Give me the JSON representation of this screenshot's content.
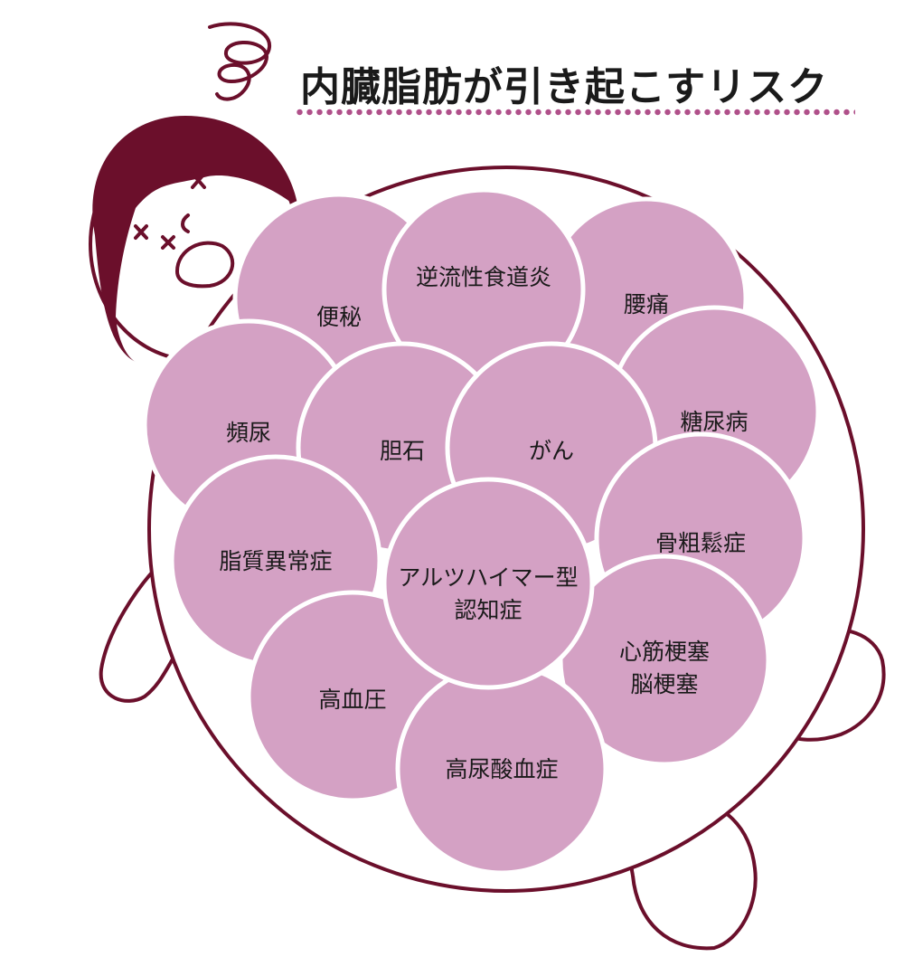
{
  "title": "内臓脂肪が引き起こすリスク",
  "colors": {
    "outline": "#6b0f2b",
    "hair": "#6b0f2b",
    "bubble_fill": "#d4a1c4",
    "bubble_stroke": "#ffffff",
    "title_dots": "#b0508a"
  },
  "risks": [
    {
      "id": "constipation",
      "label": "便秘"
    },
    {
      "id": "reflux",
      "label": "逆流性食道炎"
    },
    {
      "id": "back-pain",
      "label": "腰痛"
    },
    {
      "id": "frequent-urination",
      "label": "頻尿"
    },
    {
      "id": "gallstone",
      "label": "胆石"
    },
    {
      "id": "cancer",
      "label": "がん"
    },
    {
      "id": "diabetes",
      "label": "糖尿病"
    },
    {
      "id": "dyslipidemia",
      "label": "脂質異常症"
    },
    {
      "id": "alzheimer",
      "label": "アルツハイマー型",
      "label2": "認知症"
    },
    {
      "id": "osteoporosis",
      "label": "骨粗鬆症"
    },
    {
      "id": "infarction",
      "label": "心筋梗塞",
      "label2": "脳梗塞"
    },
    {
      "id": "hypertension",
      "label": "高血圧"
    },
    {
      "id": "hyperuricemia",
      "label": "高尿酸血症"
    }
  ]
}
